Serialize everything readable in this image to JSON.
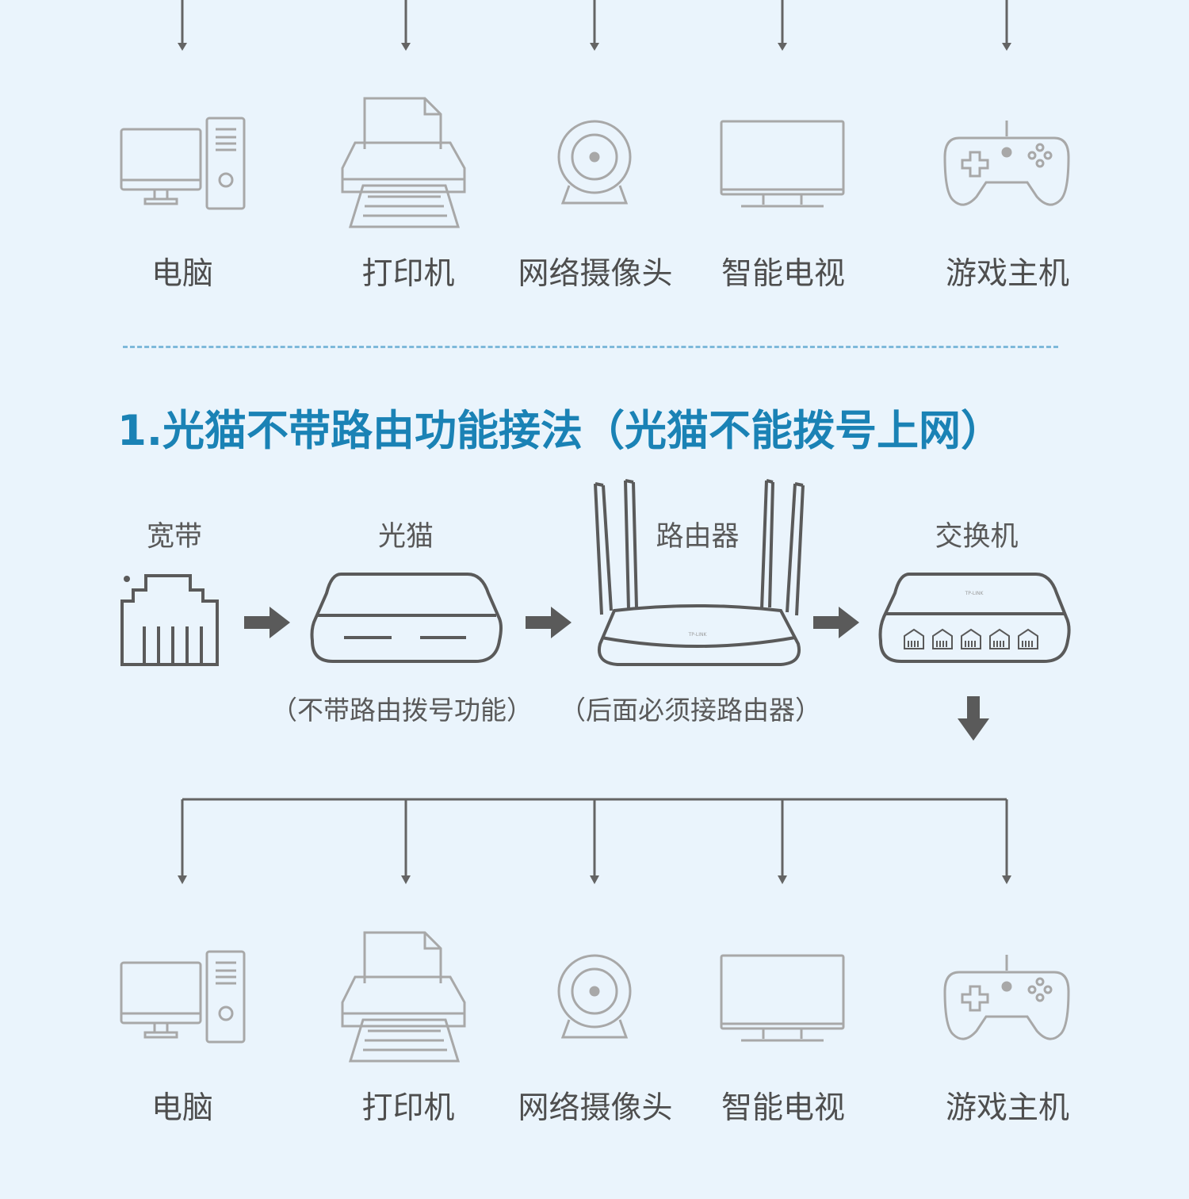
{
  "devices_top": [
    "电脑",
    "打印机",
    "网络摄像头",
    "智能电视",
    "游戏主机"
  ],
  "section": {
    "title": "1.光猫不带路由功能接法（光猫不能拨号上网）"
  },
  "chain": {
    "broadband": "宽带",
    "modem": "光猫",
    "router": "路由器",
    "switch": "交换机",
    "modem_note": "（不带路由拨号功能）",
    "router_note": "（后面必须接路由器）"
  },
  "devices_bottom": [
    "电脑",
    "打印机",
    "网络摄像头",
    "智能电视",
    "游戏主机"
  ],
  "icons": {
    "computer": "computer-icon",
    "printer": "printer-icon",
    "camera": "webcam-icon",
    "tv": "tv-icon",
    "gamepad": "gamepad-icon",
    "port": "ethernet-port-icon",
    "modem": "modem-icon",
    "router": "router-icon",
    "switch": "switch-icon",
    "arrow": "arrow-right-icon"
  },
  "colors": {
    "background": "#eaf4fc",
    "title": "#1a82b5",
    "divider": "#7eb9da",
    "device_line": "#a8a8a8",
    "dark_line": "#5a5a5a"
  }
}
